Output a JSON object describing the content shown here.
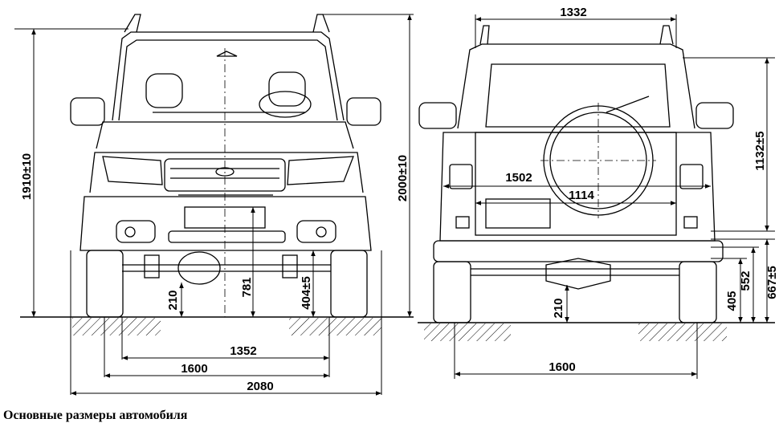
{
  "caption": "Основные размеры автомобиля",
  "front_view": {
    "overall_height": "1910±10",
    "roof_rail_height": "2000±10",
    "ground_clearance": "210",
    "axle_height": "781",
    "bumper_height": "404±5",
    "track_inner": "1352",
    "track": "1600",
    "overall_width": "2080"
  },
  "rear_view": {
    "roof_width": "1332",
    "rear_height": "1132±5",
    "body_width": "1502",
    "door_width": "1114",
    "ground_clearance": "210",
    "tow_height": "405",
    "bumper_height": "552",
    "step_height": "667±5",
    "track": "1600"
  },
  "colors": {
    "line": "#000000",
    "background": "#ffffff"
  }
}
